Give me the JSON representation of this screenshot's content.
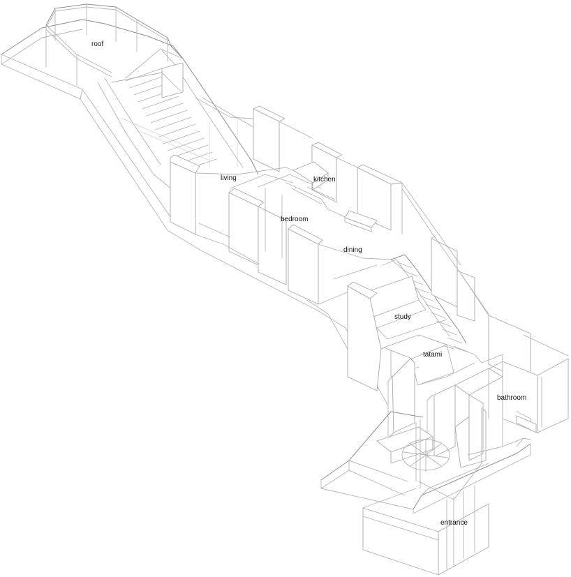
{
  "labels": {
    "roof": "roof",
    "living": "living",
    "kitchen": "kitchen",
    "bedroom": "bedroom",
    "dining": "dining",
    "study": "study",
    "tatami": "tatami",
    "bathroom": "bathroom",
    "entrance": "entrance"
  }
}
